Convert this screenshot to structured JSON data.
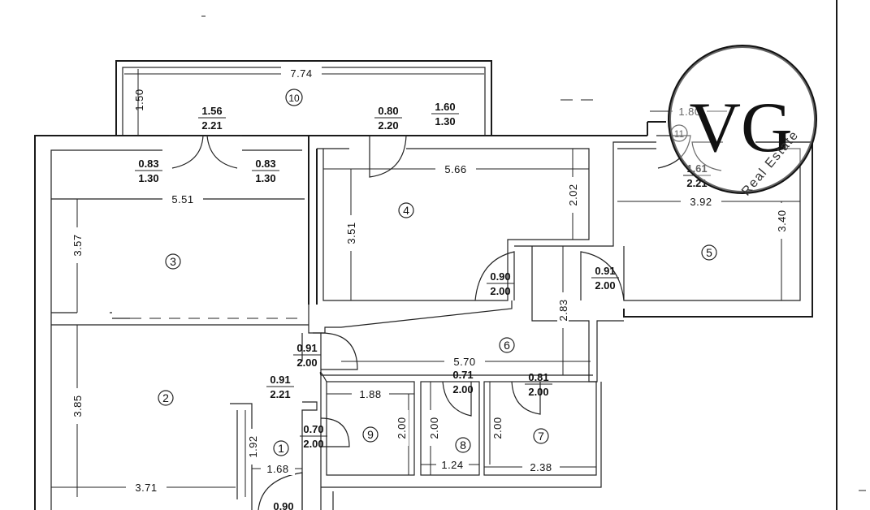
{
  "logo": {
    "letters": "VG",
    "tagline": "Real Estate"
  },
  "rooms": {
    "r1": "1",
    "r2": "2",
    "r3": "3",
    "r4": "4",
    "r5": "5",
    "r6": "6",
    "r7": "7",
    "r8": "8",
    "r9": "9",
    "r10": "10",
    "r11": "11"
  },
  "dimensions": {
    "balcony_width": "7.74",
    "balcony_depth": "1.50",
    "room3_width": "5.51",
    "room3_depth": "3.57",
    "room4_width": "5.66",
    "room4_depth": "3.51",
    "room4_right": "2.02",
    "room5_width": "3.92",
    "room5_depth": "3.40",
    "room11_width": "1.80",
    "hall_height": "2.83",
    "hall_width": "5.70",
    "room2_depth": "3.85",
    "room2_width": "3.71",
    "room9_width": "1.88",
    "room9_depth": "2.00",
    "room8_depth": "2.00",
    "room8_width": "1.24",
    "room7_depth": "2.00",
    "room7_width": "2.38",
    "room1_depth": "1.92",
    "room1_width": "1.68"
  },
  "openings": [
    {
      "w": "1.56",
      "h": "2.21"
    },
    {
      "w": "0.80",
      "h": "2.20"
    },
    {
      "w": "1.60",
      "h": "1.30"
    },
    {
      "w": "0.83",
      "h": "1.30"
    },
    {
      "w": "0.83",
      "h": "1.30"
    },
    {
      "w": "1.61",
      "h": "2.21"
    },
    {
      "w": "0.90",
      "h": "2.00"
    },
    {
      "w": "0.91",
      "h": "2.00"
    },
    {
      "w": "0.91",
      "h": "2.00"
    },
    {
      "w": "0.91",
      "h": "2.21"
    },
    {
      "w": "0.71",
      "h": "2.00"
    },
    {
      "w": "0.81",
      "h": "2.00"
    },
    {
      "w": "0.70",
      "h": "2.00"
    },
    {
      "w": "0.90",
      "h": ""
    }
  ]
}
